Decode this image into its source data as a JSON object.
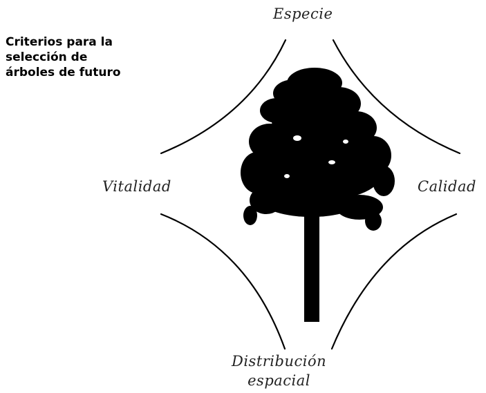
{
  "title": "Criterios para la selección de árboles de futuro",
  "criteria": {
    "top": "Especie",
    "left": "Vitalidad",
    "right": "Calidad",
    "bottom_line1": "Distribución",
    "bottom_line2": "espacial"
  },
  "colors": {
    "lines": "#000000",
    "tree": "#000000",
    "text": "#222222"
  },
  "icons": {
    "central": "tree-silhouette"
  }
}
